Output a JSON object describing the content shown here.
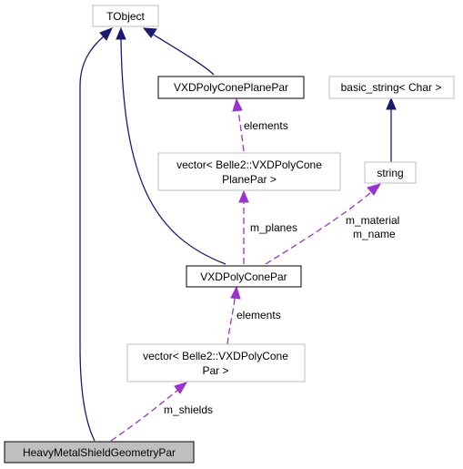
{
  "colors": {
    "inheritance_edge": "#191970",
    "usage_edge": "#9a32cd",
    "node_border_gray": "#bfbfbf",
    "node_border_black": "#000000",
    "highlight_fill": "#bfbfbf",
    "background": "#ffffff"
  },
  "nodes": {
    "tobject": {
      "label": "TObject"
    },
    "vxd_polycone_plane_par": {
      "label": "VXDPolyConePlanePar"
    },
    "basic_string": {
      "label": "basic_string< Char >"
    },
    "vector_planes": {
      "line1": "vector< Belle2::VXDPolyCone",
      "line2": "PlanePar >"
    },
    "string": {
      "label": "string"
    },
    "vxd_polycone_par": {
      "label": "VXDPolyConePar"
    },
    "vector_par": {
      "line1": "vector< Belle2::VXDPolyCone",
      "line2": "Par >"
    },
    "heavy_metal": {
      "label": "HeavyMetalShieldGeometryPar"
    }
  },
  "edge_labels": {
    "elements_top": "elements",
    "m_planes": "m_planes",
    "m_material": "m_material",
    "m_name": "m_name",
    "elements_bottom": "elements",
    "m_shields": "m_shields"
  }
}
